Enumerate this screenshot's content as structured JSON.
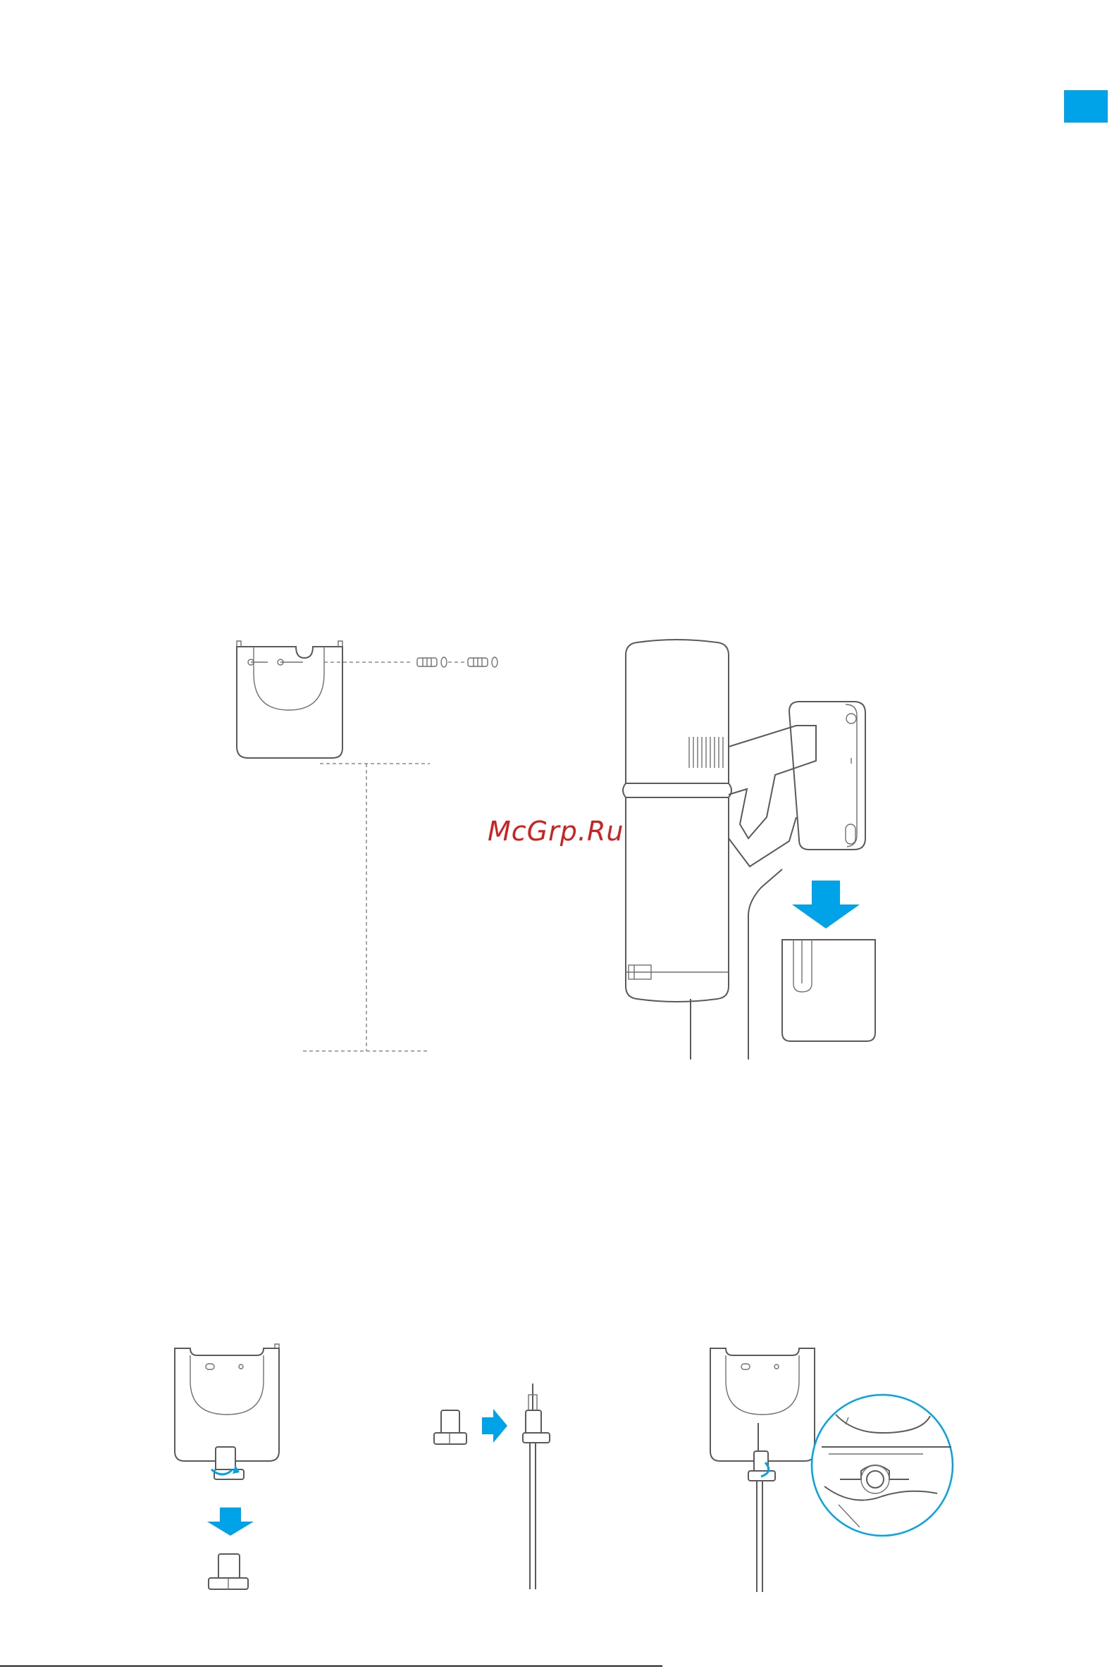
{
  "page": {
    "accent_color": "#00a3e8",
    "watermark": "McGrp.Ru"
  },
  "figures": [
    {
      "id": "wall-mount-holes",
      "icon": "bracket-screws-anchors-icon"
    },
    {
      "id": "vacuum-dock",
      "icon": "vacuum-on-bracket-icon"
    },
    {
      "id": "remove-clip",
      "icon": "bracket-clip-remove-icon"
    },
    {
      "id": "attach-clip-cable",
      "icon": "clip-to-cable-icon"
    },
    {
      "id": "route-cable",
      "icon": "bracket-cable-detail-icon"
    }
  ],
  "footer": {
    "text": ""
  }
}
